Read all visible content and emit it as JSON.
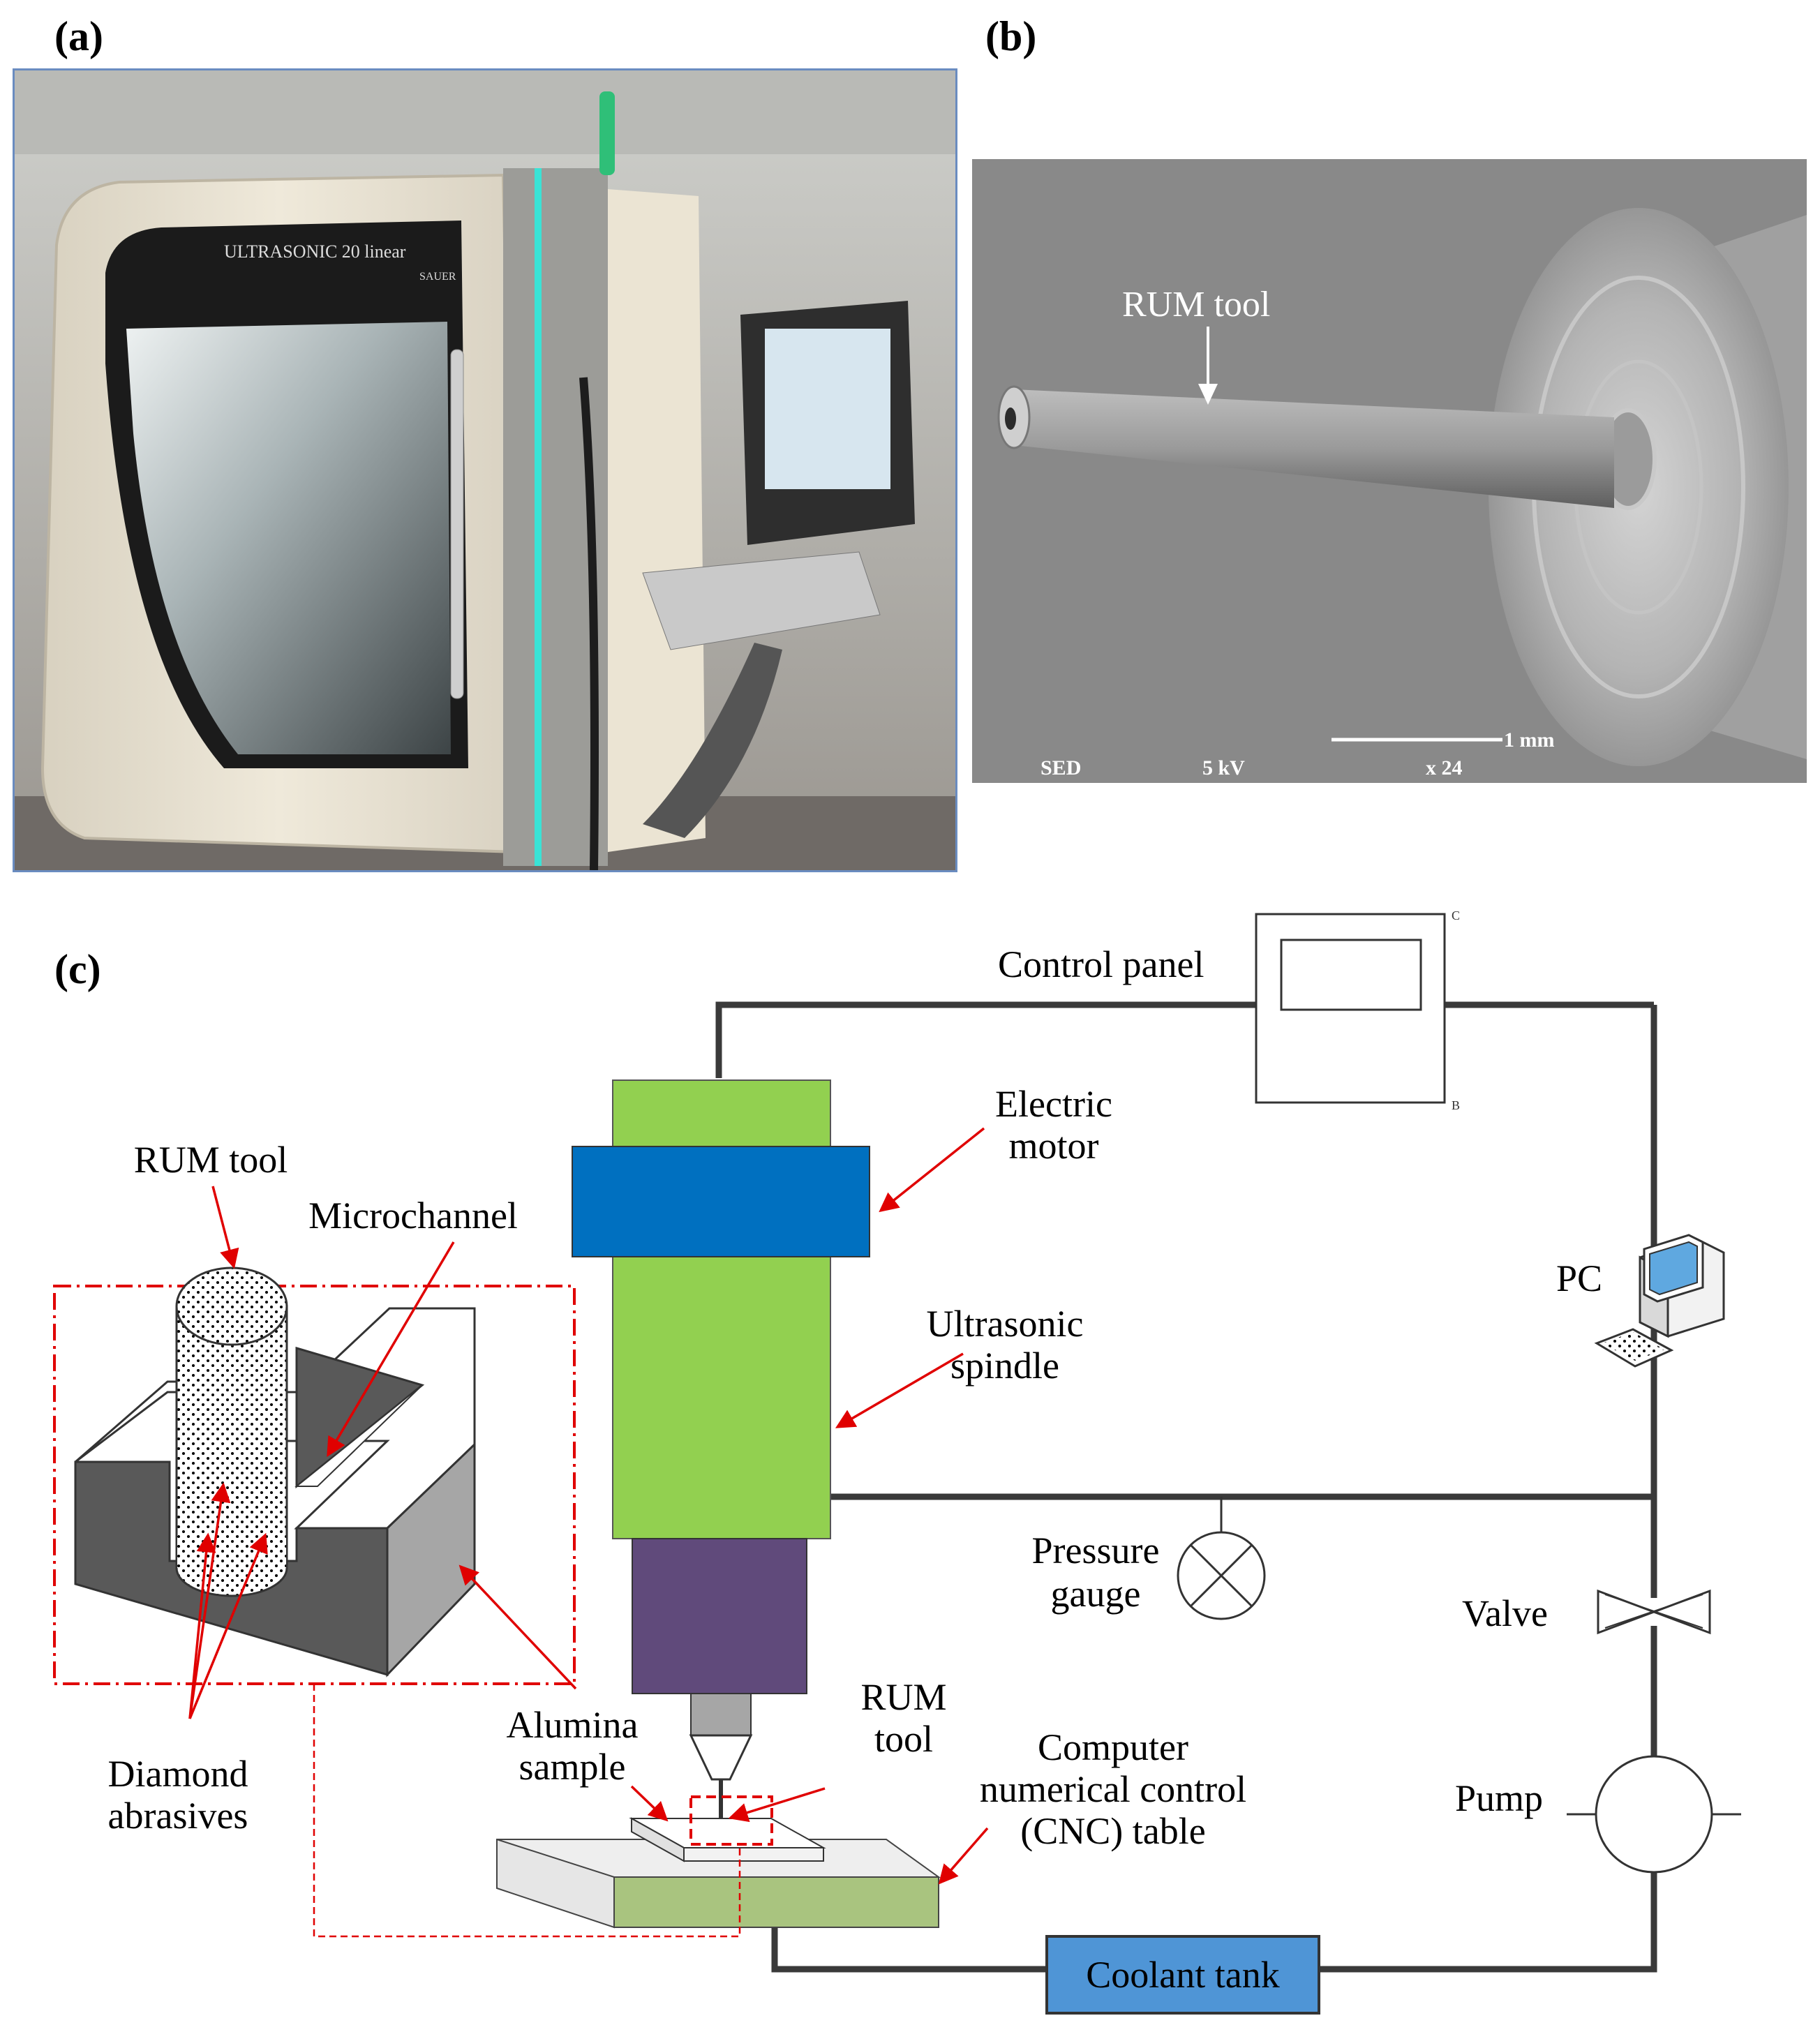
{
  "panels": {
    "a": {
      "label": "(a)",
      "machine_brand": "ULTRASONIC 20 linear",
      "machine_maker": "SAUER"
    },
    "b": {
      "label": "(b)",
      "tool_label": "RUM tool",
      "scale_text": "1 mm",
      "info_sed": "SED",
      "info_kv": "5 kV",
      "info_mag": "x 24"
    },
    "c": {
      "label": "(c)",
      "control_panel": "Control panel",
      "cp_corner_top": "C",
      "cp_corner_bottom": "B",
      "electric_motor": [
        "Electric",
        "motor"
      ],
      "ultrasonic_spindle": [
        "Ultrasonic",
        "spindle"
      ],
      "pc": "PC",
      "pressure_gauge": [
        "Pressure",
        "gauge"
      ],
      "valve": "Valve",
      "pump": "Pump",
      "coolant_tank": "Coolant tank",
      "rum_tool_small": [
        "RUM",
        "tool"
      ],
      "alumina_sample": [
        "Alumina",
        "sample"
      ],
      "cnc_table": [
        "Computer",
        "numerical  control",
        "(CNC) table"
      ],
      "rum_tool_inset": "RUM tool",
      "microchannel": "Microchannel",
      "diamond_abrasives": [
        "Diamond",
        "abrasives"
      ]
    }
  },
  "colors": {
    "spindle_green": "#92d050",
    "motor_blue": "#0070c0",
    "holder_purple": "#604a7b",
    "coolant_blue": "#4f95d6",
    "table_green": "#a9c47f",
    "arrow_red": "#e00000"
  }
}
